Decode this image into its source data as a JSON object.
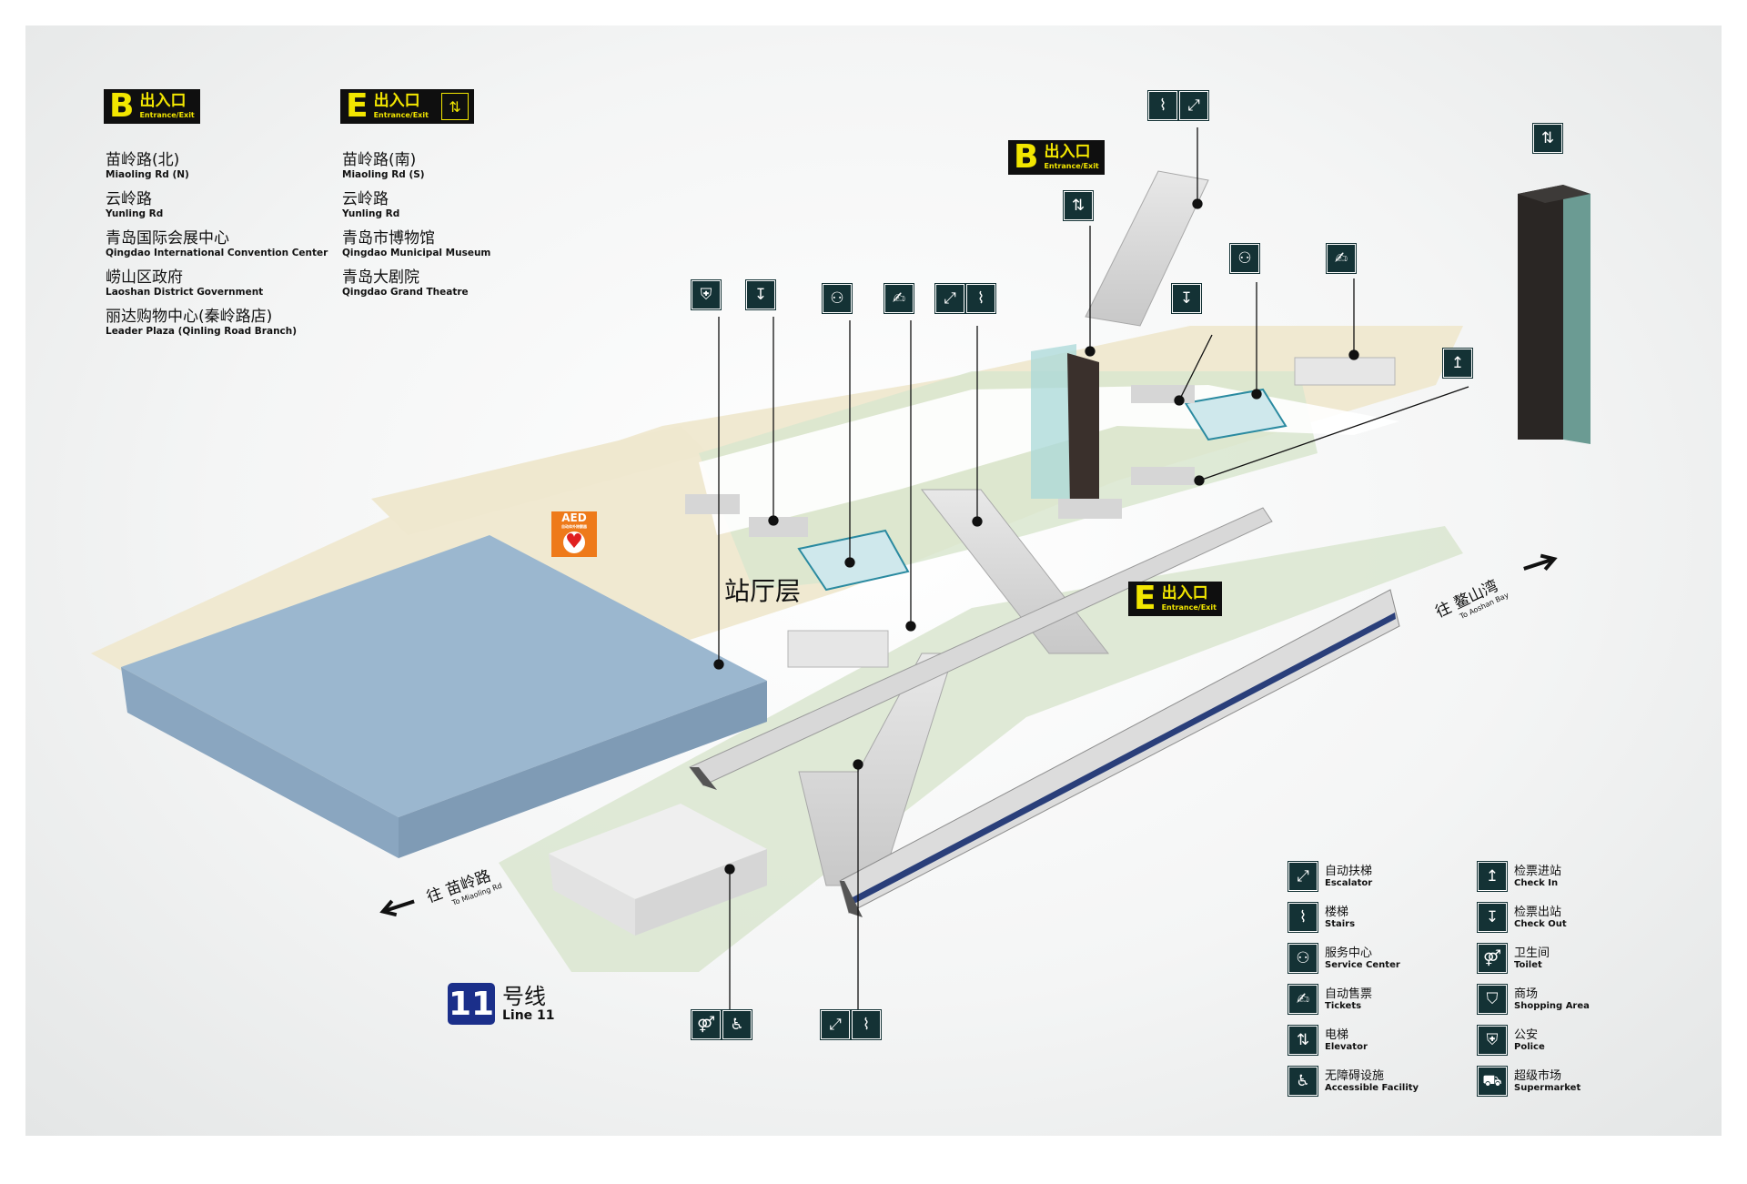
{
  "signs": {
    "b_top": {
      "letter": "B",
      "cn": "出入口",
      "en": "Entrance/Exit"
    },
    "e_top": {
      "letter": "E",
      "cn": "出入口",
      "en": "Entrance/Exit"
    },
    "b_map": {
      "letter": "B",
      "cn": "出入口",
      "en": "Entrance/Exit"
    },
    "e_map": {
      "letter": "E",
      "cn": "出入口",
      "en": "Entrance/Exit"
    }
  },
  "destinations_b": [
    {
      "cn": "苗岭路(北)",
      "en": "Miaoling Rd (N)"
    },
    {
      "cn": "云岭路",
      "en": "Yunling Rd"
    },
    {
      "cn": "青岛国际会展中心",
      "en": "Qingdao International Convention Center"
    },
    {
      "cn": "崂山区政府",
      "en": "Laoshan District Government"
    },
    {
      "cn": "丽达购物中心(秦岭路店)",
      "en": "Leader Plaza (Qinling Road Branch)"
    }
  ],
  "destinations_e": [
    {
      "cn": "苗岭路(南)",
      "en": "Miaoling Rd (S)"
    },
    {
      "cn": "云岭路",
      "en": "Yunling Rd"
    },
    {
      "cn": "青岛市博物馆",
      "en": "Qingdao Municipal Museum"
    },
    {
      "cn": "青岛大剧院",
      "en": "Qingdao Grand Theatre"
    }
  ],
  "hall_label": "站厅层",
  "aed": {
    "label": "AED",
    "small": "自动体外除颤器"
  },
  "directions": {
    "left": {
      "cn": "往 苗岭路",
      "en": "To Miaoling Rd"
    },
    "right": {
      "cn": "往 鳌山湾",
      "en": "To Aoshan Bay"
    }
  },
  "line": {
    "num": "11",
    "cn": "号线",
    "en": "Line 11"
  },
  "legend": [
    {
      "icon": "escalator-icon",
      "glyph": "⤢",
      "cn": "自动扶梯",
      "en": "Escalator"
    },
    {
      "icon": "stairs-icon",
      "glyph": "⌇",
      "cn": "楼梯",
      "en": "Stairs"
    },
    {
      "icon": "service-center-icon",
      "glyph": "⚇",
      "cn": "服务中心",
      "en": "Service Center"
    },
    {
      "icon": "tickets-icon",
      "glyph": "✍",
      "cn": "自动售票",
      "en": "Tickets"
    },
    {
      "icon": "elevator-icon",
      "glyph": "⇅",
      "cn": "电梯",
      "en": "Elevator"
    },
    {
      "icon": "accessible-icon",
      "glyph": "♿",
      "cn": "无障碍设施",
      "en": "Accessible Facility"
    },
    {
      "icon": "check-in-icon",
      "glyph": "↥",
      "cn": "检票进站",
      "en": "Check In"
    },
    {
      "icon": "check-out-icon",
      "glyph": "↧",
      "cn": "检票出站",
      "en": "Check Out"
    },
    {
      "icon": "toilet-icon",
      "glyph": "⚤",
      "cn": "卫生间",
      "en": "Toilet"
    },
    {
      "icon": "shopping-icon",
      "glyph": "⛉",
      "cn": "商场",
      "en": "Shopping Area"
    },
    {
      "icon": "police-icon",
      "glyph": "⛨",
      "cn": "公安",
      "en": "Police"
    },
    {
      "icon": "supermarket-icon",
      "glyph": "⛟",
      "cn": "超级市场",
      "en": "Supermarket"
    }
  ],
  "colors": {
    "sign_bg": "#0f0f0f",
    "sign_text": "#f2e600",
    "icon_bg": "#143235",
    "line_blue": "#1b2f8a",
    "aed_orange": "#ee7a1a"
  }
}
